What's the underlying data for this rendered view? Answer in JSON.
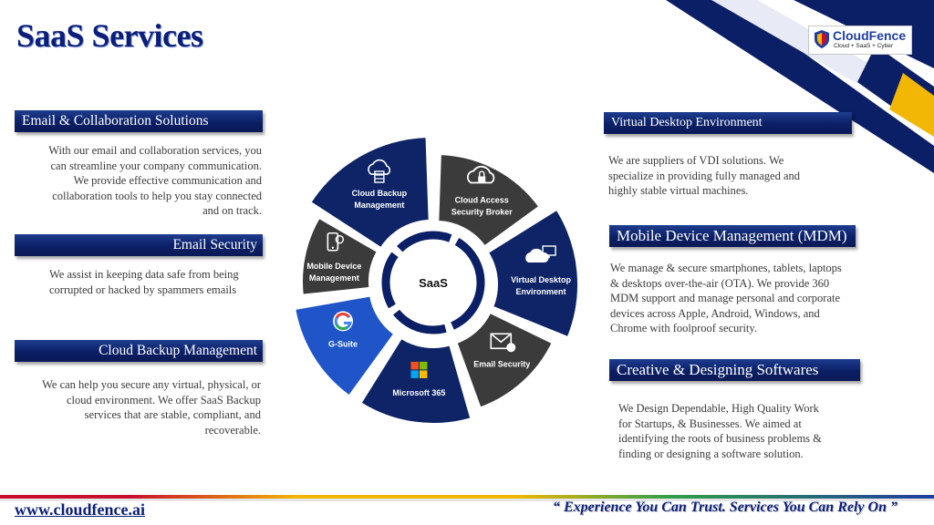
{
  "page_title": "SaaS Services",
  "logo": {
    "name": "CloudFence",
    "tagline": "Cloud + SaaS + Cyber"
  },
  "left": [
    {
      "heading": "Email & Collaboration Solutions",
      "text": [
        "With our email and collaboration services, you",
        "can streamline your company communication.",
        "We provide effective communication and",
        "collaboration tools to help you stay connected",
        "and on track."
      ]
    },
    {
      "heading": "Email Security",
      "text": [
        "We assist in keeping data safe from being",
        "corrupted or hacked by spammers emails"
      ]
    },
    {
      "heading": "Cloud Backup Management",
      "text": [
        "We can help you secure any virtual, physical, or",
        "cloud environment. We offer SaaS Backup",
        "services that are stable, compliant, and",
        "recoverable."
      ]
    }
  ],
  "right": [
    {
      "heading": "Virtual Desktop Environment",
      "text": [
        "We are suppliers of VDI solutions. We",
        "specialize in providing fully managed and",
        "highly stable virtual machines."
      ]
    },
    {
      "heading": "Mobile Device Management (MDM)",
      "text": [
        "We manage & secure smartphones, tablets, laptops",
        "& desktops over-the-air (OTA). We provide 360",
        "MDM support and manage personal and corporate",
        "devices across Apple, Android, Windows, and",
        "Chrome with foolproof security."
      ]
    },
    {
      "heading": "Creative & Designing Softwares",
      "text": [
        "We Design Dependable, High Quality Work",
        "for Startups, & Businesses. We aimed at",
        "identifying the roots of business problems &",
        "finding or designing a software solution."
      ]
    }
  ],
  "wheel": {
    "center": "SaaS",
    "segments": [
      {
        "label": [
          "Cloud Backup",
          "Management"
        ],
        "icon": "cloud-backup-icon",
        "color": "#0e2466"
      },
      {
        "label": [
          "Cloud Access",
          "Security Broker"
        ],
        "icon": "cloud-lock-icon",
        "color": "#3b3b3b"
      },
      {
        "label": [
          "Virtual Desktop",
          "Environment"
        ],
        "icon": "virtual-desktop-icon",
        "color": "#0e2466"
      },
      {
        "label": [
          "Email Security"
        ],
        "icon": "email-security-icon",
        "color": "#3b3b3b"
      },
      {
        "label": [
          "Microsoft 365"
        ],
        "icon": "microsoft-icon",
        "color": "#0e2466"
      },
      {
        "label": [
          "G-Suite"
        ],
        "icon": "google-icon",
        "color": "#1f55c8"
      },
      {
        "label": [
          "Mobile Device",
          "Management"
        ],
        "icon": "mobile-device-icon",
        "color": "#3b3b3b"
      }
    ]
  },
  "footer": {
    "url": "www.cloudfence.ai",
    "slogan": "“ Experience You Can Trust. Services You Can Rely On ”"
  }
}
